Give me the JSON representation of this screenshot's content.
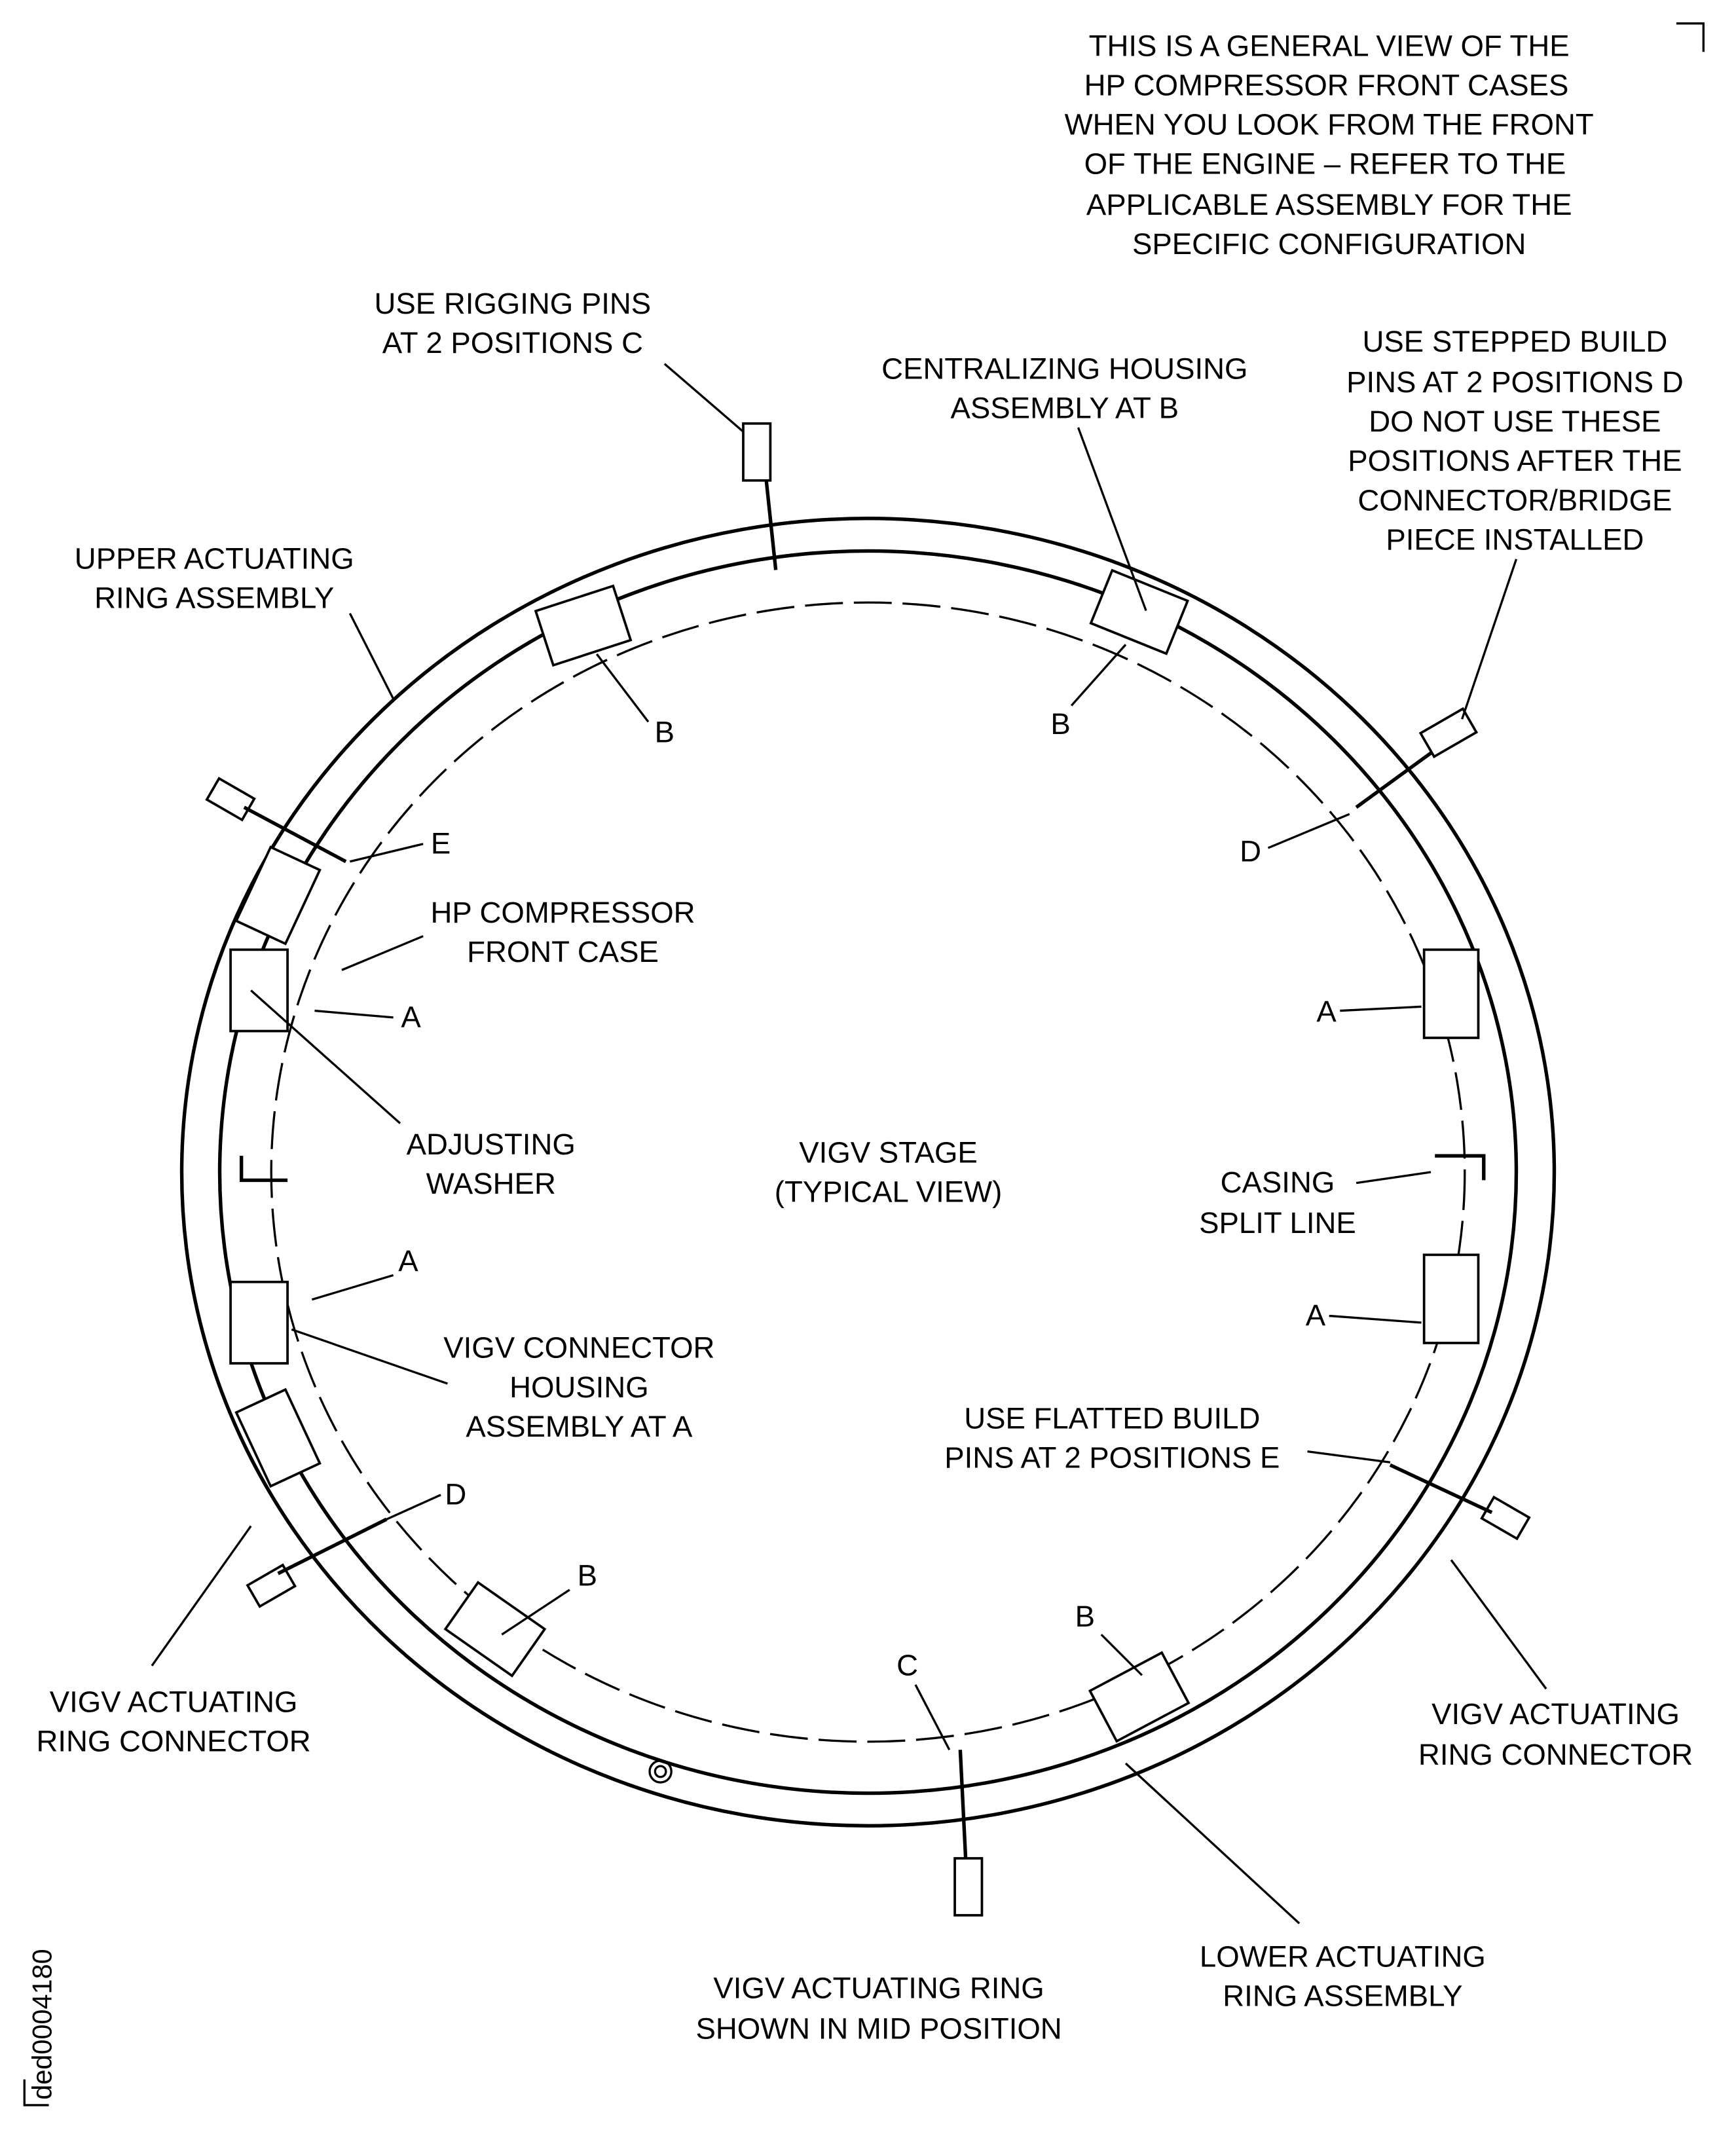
{
  "note": [
    "THIS IS A GENERAL VIEW OF THE",
    "HP COMPRESSOR FRONT CASES",
    "WHEN YOU LOOK FROM THE FRONT",
    "OF THE ENGINE – REFER TO THE",
    "APPLICABLE ASSEMBLY FOR THE",
    "SPECIFIC CONFIGURATION"
  ],
  "labels": {
    "rigging_pins": [
      "USE RIGGING PINS",
      "AT 2 POSITIONS C"
    ],
    "centralizing": [
      "CENTRALIZING HOUSING",
      "ASSEMBLY AT B"
    ],
    "stepped_pins": [
      "USE STEPPED BUILD",
      "PINS AT 2 POSITIONS D",
      "DO NOT USE THESE",
      "POSITIONS AFTER THE",
      "CONNECTOR/BRIDGE",
      "PIECE INSTALLED"
    ],
    "upper_ring": [
      "UPPER ACTUATING",
      "RING ASSEMBLY"
    ],
    "front_case": [
      "HP COMPRESSOR",
      "FRONT CASE"
    ],
    "adjusting_washer": [
      "ADJUSTING",
      "WASHER"
    ],
    "stage": [
      "VIGV STAGE",
      "(TYPICAL VIEW)"
    ],
    "split_line": [
      "CASING",
      "SPLIT LINE"
    ],
    "connector_housing": [
      "VIGV CONNECTOR",
      "HOUSING",
      "ASSEMBLY AT A"
    ],
    "flatted_pins": [
      "USE FLATTED BUILD",
      "PINS AT 2 POSITIONS E"
    ],
    "ring_connector_left": [
      "VIGV ACTUATING",
      "RING CONNECTOR"
    ],
    "ring_connector_right": [
      "VIGV ACTUATING",
      "RING CONNECTOR"
    ],
    "lower_ring": [
      "LOWER ACTUATING",
      "RING ASSEMBLY"
    ],
    "mid_position": [
      "VIGV ACTUATING RING",
      "SHOWN IN MID POSITION"
    ]
  },
  "callouts": {
    "B": "B",
    "E": "E",
    "D": "D",
    "A": "A",
    "C": "C"
  },
  "figure_id": "ded0004180"
}
